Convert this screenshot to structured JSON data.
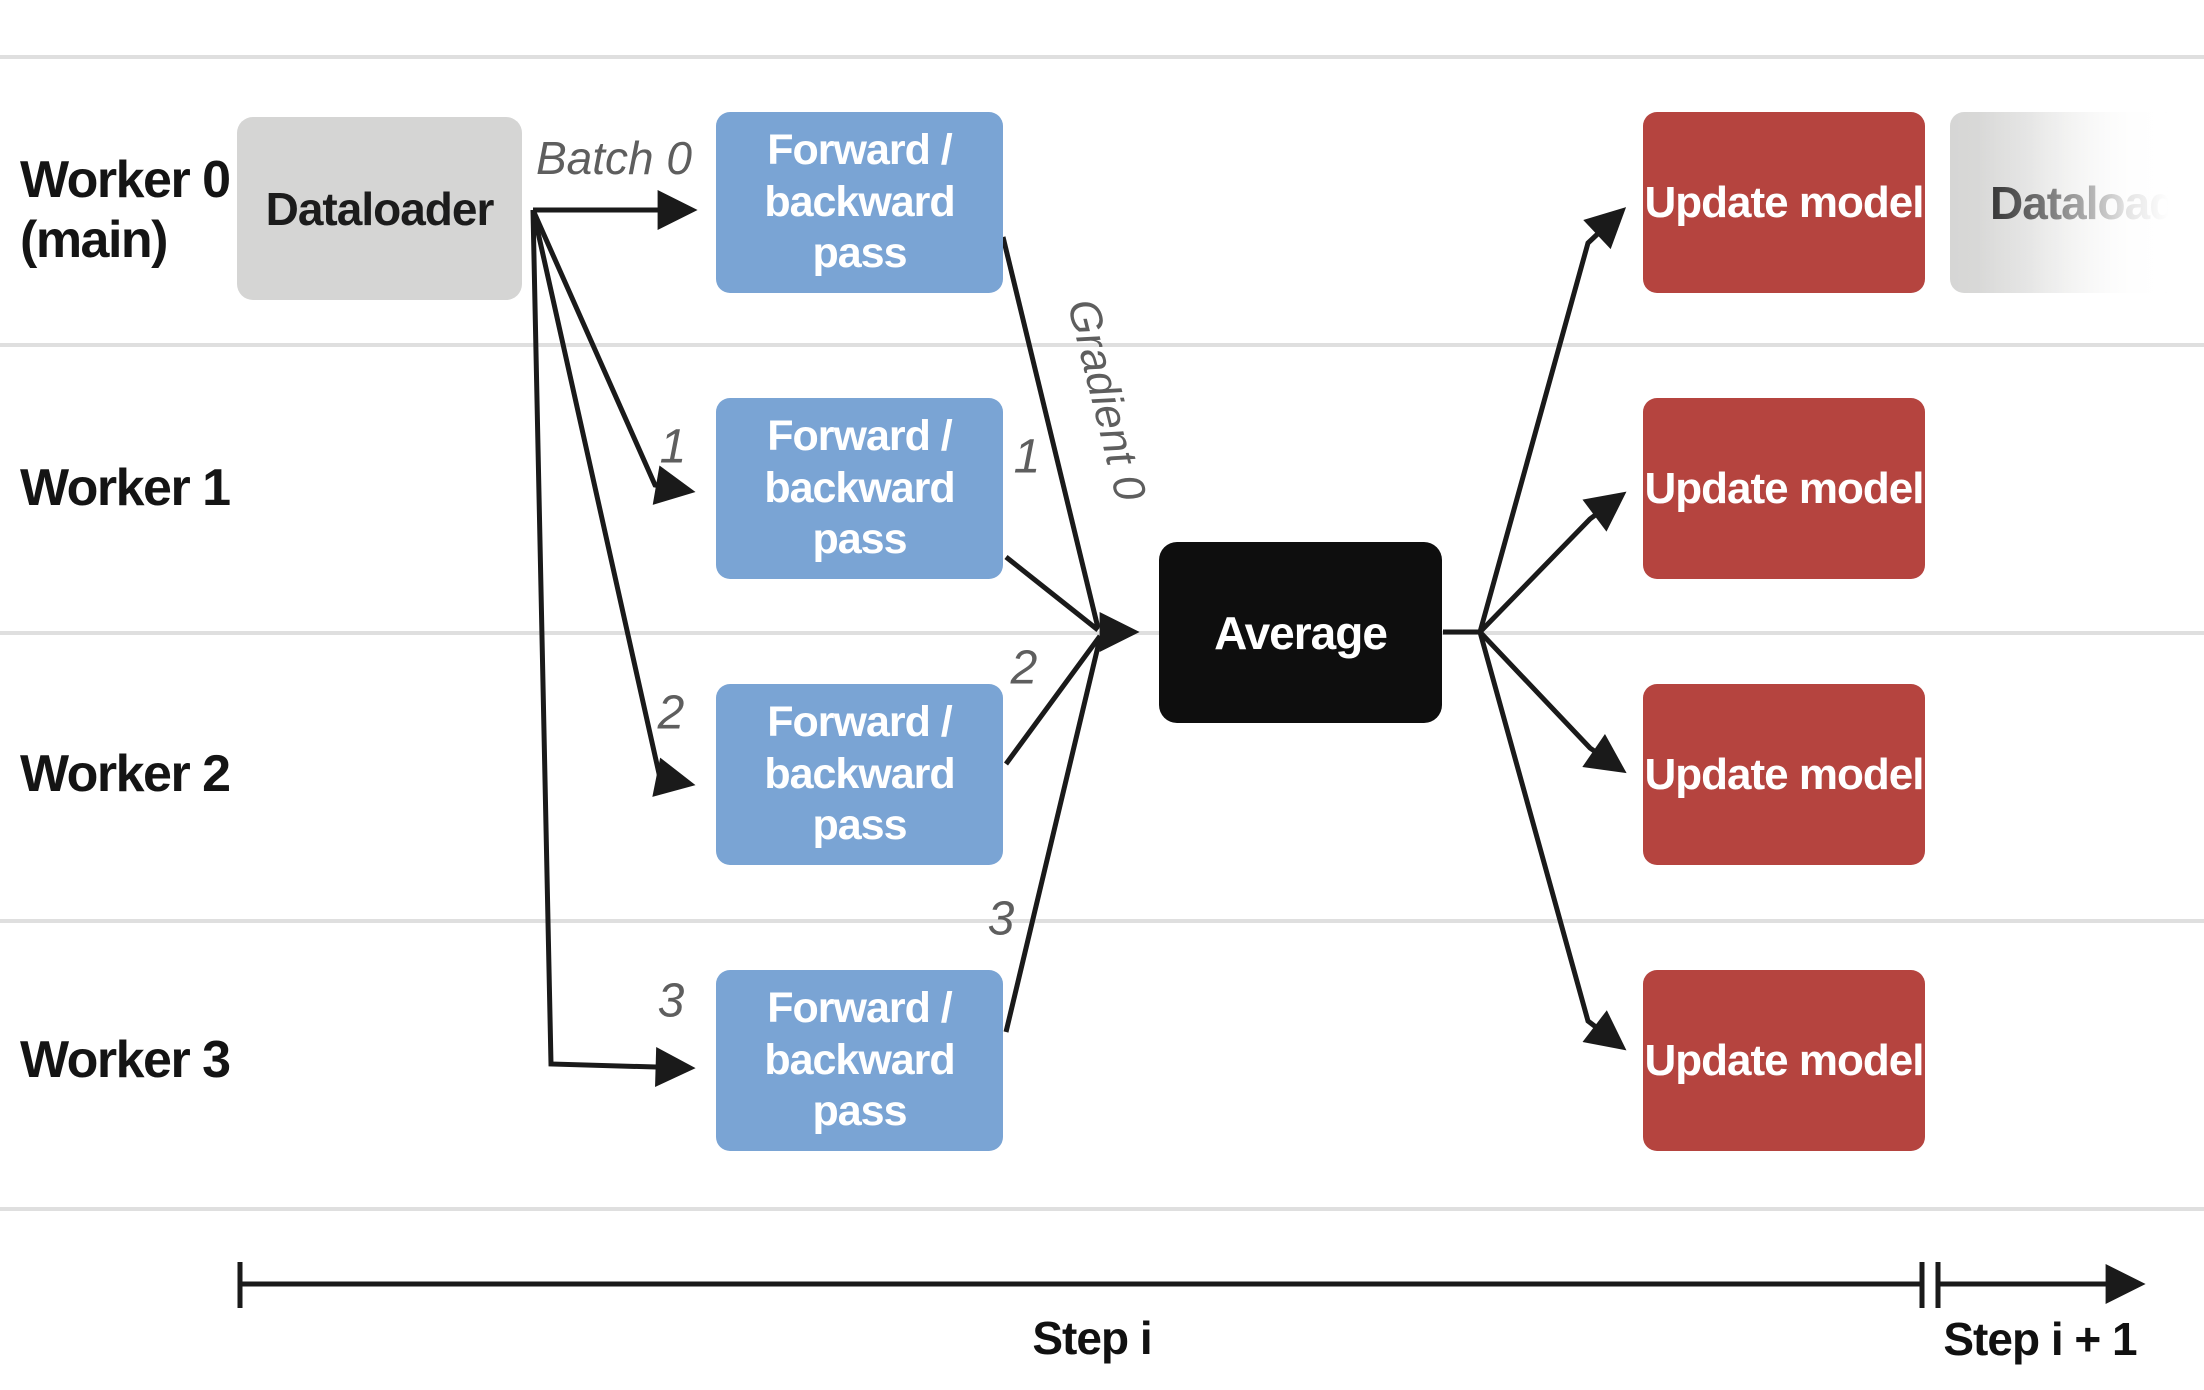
{
  "rows": [
    {
      "worker": "Worker 0",
      "worker_sub": "(main)"
    },
    {
      "worker": "Worker 1"
    },
    {
      "worker": "Worker 2"
    },
    {
      "worker": "Worker 3"
    }
  ],
  "boxes": {
    "dataloader": "Dataloader",
    "forward_backward_line1": "Forward /",
    "forward_backward_line2": "backward pass",
    "average": "Average",
    "update_model": "Update model",
    "next_dataloader": "Dataloader"
  },
  "edge_labels": {
    "batch": "Batch 0",
    "gradient": "Gradient 0",
    "batch_numbers": [
      "1",
      "2",
      "3"
    ],
    "gradient_numbers": [
      "1",
      "2",
      "3"
    ]
  },
  "timeline": {
    "step_current": "Step i",
    "step_next": "Step i + 1"
  },
  "colors": {
    "forward_box": "#7aa4d4",
    "update_box": "#b5443f",
    "average_box": "#0e0e0e",
    "dataloader_box": "#d5d5d4",
    "line": "#1a1a1a",
    "divider": "#dfdfdf",
    "label_gray": "#5e5e5e"
  }
}
